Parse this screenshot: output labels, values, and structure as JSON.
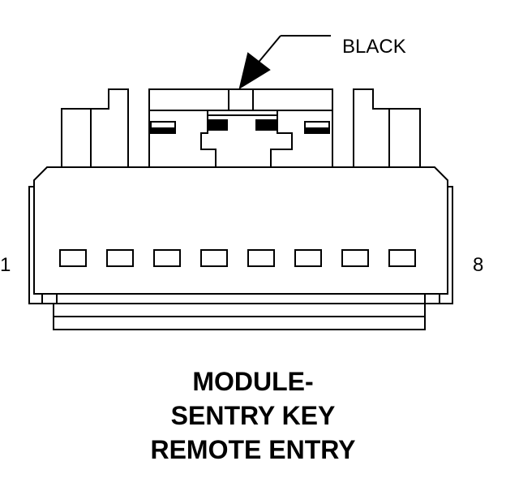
{
  "connector": {
    "color_label": "BLACK",
    "pin_first": "1",
    "pin_last": "8",
    "pin_count": 8
  },
  "title": {
    "line1": "MODULE-",
    "line2": "SENTRY KEY",
    "line3": "REMOTE ENTRY"
  }
}
